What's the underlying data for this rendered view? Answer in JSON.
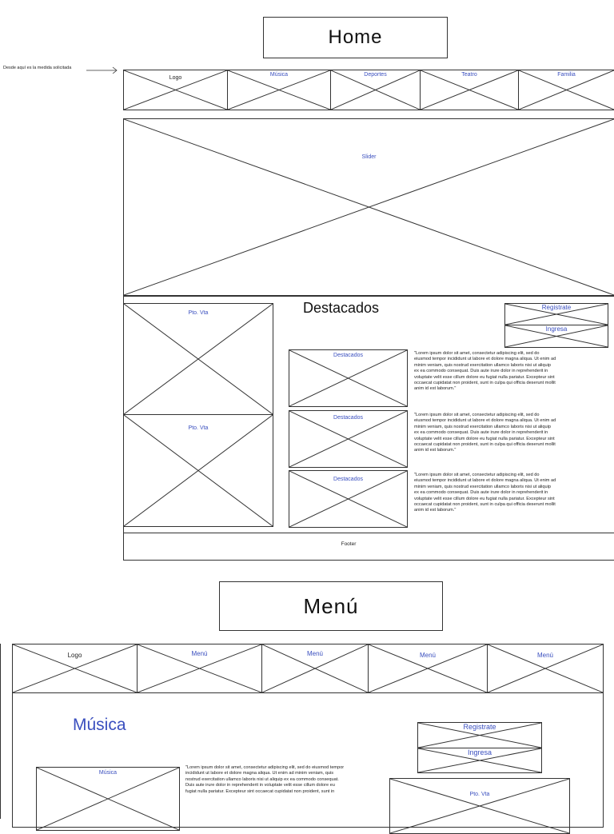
{
  "home": {
    "title": "Home",
    "annotation": "Desde aquí es la medida solicitada",
    "nav": {
      "logo": "Logo",
      "items": [
        "Música",
        "Deportes",
        "Teatro",
        "Familia"
      ]
    },
    "slider": "Slider",
    "featured_heading": "Destacados",
    "pos_labels": [
      "Pto. Vta",
      "Pto. Vta"
    ],
    "auth": {
      "register": "Registrate",
      "login": "Ingresa"
    },
    "featured": [
      {
        "label": "Destacados",
        "text": "\"Lorem ipsum dolor sit amet, consectetur adipiscing elit, sed do eiusmod tempor incididunt ut labore et dolore magna aliqua. Ut enim ad minim veniam, quis nostrud exercitation ullamco laboris nisi ut aliquip ex ea commodo consequat. Duis aute irure dolor in reprehenderit in voluptate velit esse cillum dolore eu fugiat nulla pariatur. Excepteur sint occaecat cupidatat non proident, sunt in culpa qui officia deserunt mollit anim id est laborum.\""
      },
      {
        "label": "Destacados",
        "text": "\"Lorem ipsum dolor sit amet, consectetur adipiscing elit, sed do eiusmod tempor incididunt ut labore et dolore magna aliqua. Ut enim ad minim veniam, quis nostrud exercitation ullamco laboris nisi ut aliquip ex ea commodo consequat. Duis aute irure dolor in reprehenderit in voluptate velit esse cillum dolore eu fugiat nulla pariatur. Excepteur sint occaecat cupidatat non proident, sunt in culpa qui officia deserunt mollit anim id est laborum.\""
      },
      {
        "label": "Destacados",
        "text": "\"Lorem ipsum dolor sit amet, consectetur adipiscing elit, sed do eiusmod tempor incididunt ut labore et dolore magna aliqua. Ut enim ad minim veniam, quis nostrud exercitation ullamco laboris nisi ut aliquip ex ea commodo consequat. Duis aute irure dolor in reprehenderit in voluptate velit esse cillum dolore eu fugiat nulla pariatur. Excepteur sint occaecat cupidatat non proident, sunt in culpa qui officia deserunt mollit anim id est laborum.\""
      }
    ],
    "footer": "Footer"
  },
  "menu": {
    "title": "Menú",
    "nav": {
      "logo": "Logo",
      "items": [
        "Menú",
        "Menú",
        "Menú",
        "Menú"
      ]
    },
    "heading": "Música",
    "item_label": "Música",
    "text": "\"Lorem ipsum dolor sit amet, consectetur adipiscing elit, sed do eiusmod tempor incididunt ut labore et dolore magna aliqua. Ut enim ad minim veniam, quis nostrud exercitation ullamco laboris nisi ut aliquip ex ea commodo consequat. Duis aute irure dolor in reprehenderit in voluptate velit esse cillum dolore eu fugiat nulla pariatur. Excepteur sint occaecat cupidatat non proident, sunt in",
    "auth": {
      "register": "Registrate",
      "login": "Ingresa"
    },
    "pos_label": "Pto. Vta"
  },
  "colors": {
    "label_blue": "#3a4fbf",
    "line": "#333333"
  }
}
